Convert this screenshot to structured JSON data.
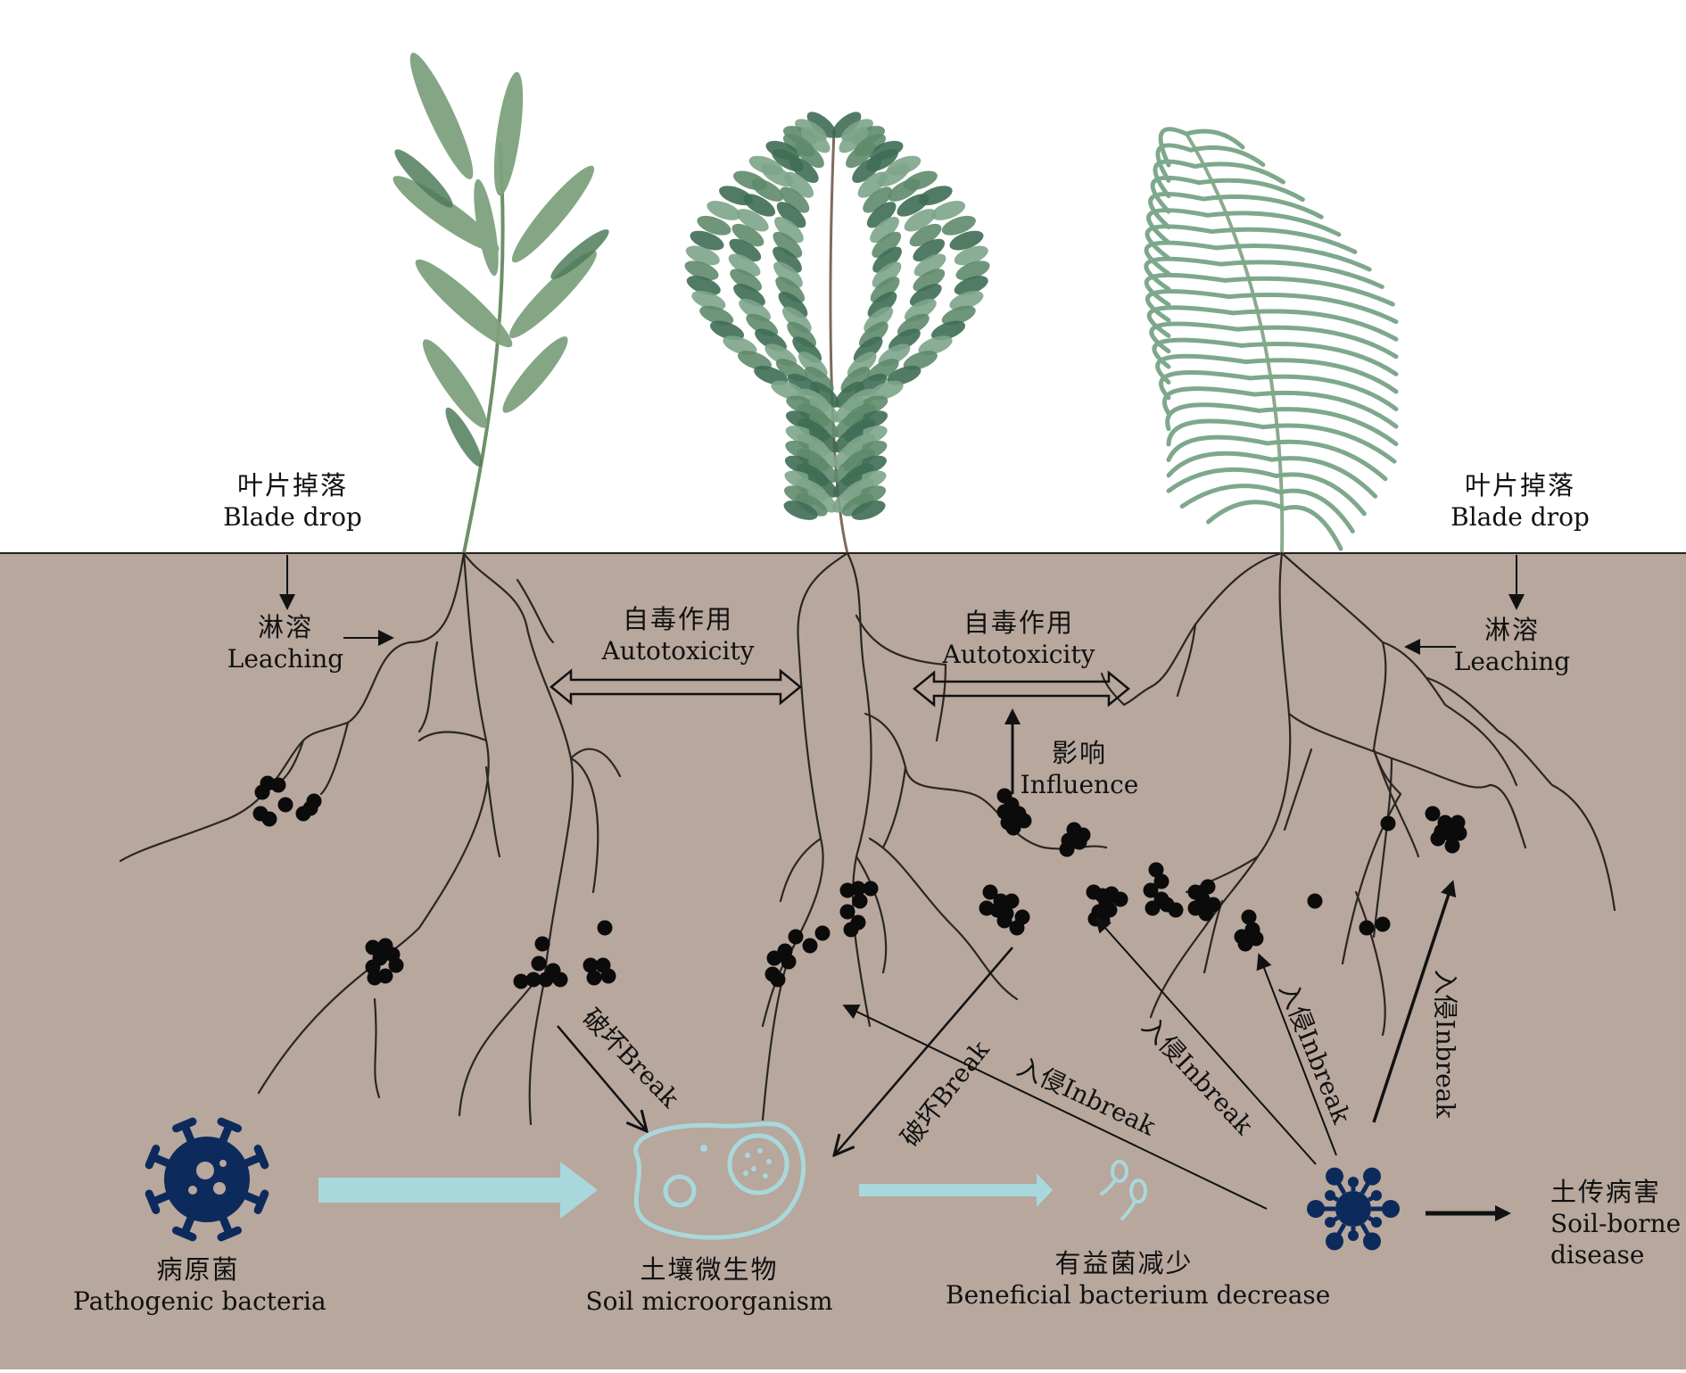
{
  "labels": {
    "blade_drop_left": {
      "zh": "叶片掉落",
      "en": "Blade drop"
    },
    "blade_drop_right": {
      "zh": "叶片掉落",
      "en": "Blade drop"
    },
    "leaching_left": {
      "zh": "淋溶",
      "en": "Leaching"
    },
    "leaching_right": {
      "zh": "淋溶",
      "en": "Leaching"
    },
    "autotoxicity_left": {
      "zh": "自毒作用",
      "en": "Autotoxicity"
    },
    "autotoxicity_right": {
      "zh": "自毒作用",
      "en": "Autotoxicity"
    },
    "influence": {
      "zh": "影响",
      "en": "Influence"
    },
    "pathogenic": {
      "zh": "病原菌",
      "en": "Pathogenic bacteria"
    },
    "soil_micro": {
      "zh": "土壤微生物",
      "en": "Soil microorganism"
    },
    "beneficial": {
      "zh": "有益菌减少",
      "en": "Beneficial bacterium decrease"
    },
    "soil_borne": {
      "zh": "土传病害",
      "en": "Soil-borne",
      "en2": "disease"
    }
  },
  "arrow_labels": {
    "break_left": "破坏Break",
    "break_mid": "破坏Break",
    "inbreak_1": "入侵Inbreak",
    "inbreak_2": "入侵Inbreak",
    "inbreak_3": "入侵Inbreak",
    "inbreak_4": "入侵Inbreak"
  },
  "colors": {
    "soil": "#b7a79d",
    "sky": "#ffffff",
    "navy": "#0d2a5c",
    "pale_blue": "#a8d8dc",
    "leaf_dark": "#4f7d5a",
    "leaf_light": "#93b99a",
    "root": "#2b2622",
    "dot": "#0b0b0b"
  },
  "icons": [
    "deciduous-plant-icon",
    "fern-plant-icon",
    "palm-plant-icon",
    "virus-icon",
    "microorganism-cell-icon",
    "beneficial-bacteria-icon",
    "soilborne-pathogen-icon"
  ]
}
